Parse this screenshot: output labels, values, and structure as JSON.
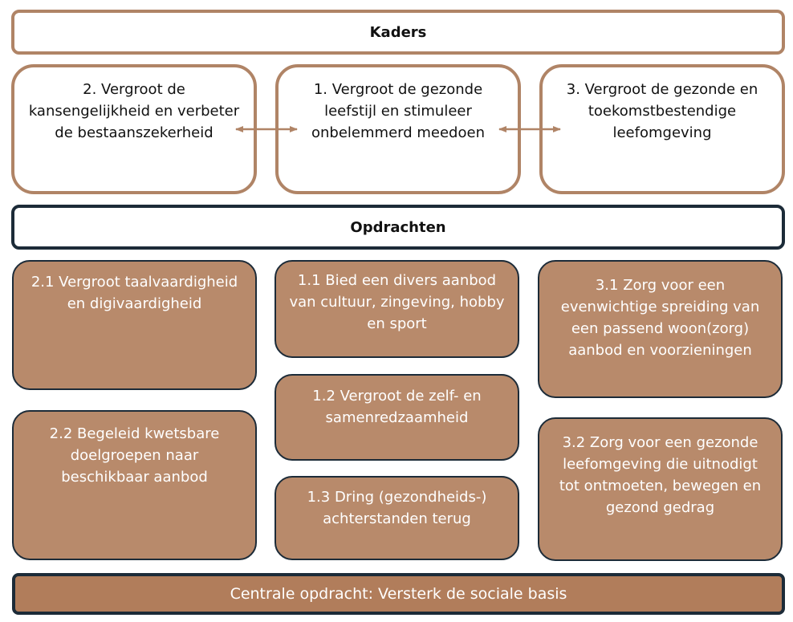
{
  "kaders_header": "Kaders",
  "kaders": {
    "left": "2. Vergroot de kansengelijkheid en verbeter de bestaanszekerheid",
    "middle": "1. Vergroot de gezonde leefstijl en stimuleer onbelemmerd meedoen",
    "right": "3. Vergroot de gezonde en toekomstbestendige leefomgeving"
  },
  "opdrachten_header": "Opdrachten",
  "opdrachten": {
    "o21": "2.1 Vergroot taalvaardigheid en digivaardigheid",
    "o22": "2.2 Begeleid kwetsbare doelgroepen naar beschikbaar aanbod",
    "o11": "1.1 Bied een divers aanbod van cultuur, zingeving, hobby en sport",
    "o12": "1.2 Vergroot de zelf- en samenredzaamheid",
    "o13": "1.3 Dring (gezondheids-) achterstanden terug",
    "o31": "3.1 Zorg voor een evenwichtige spreiding van een passend woon(zorg) aanbod en voorzieningen",
    "o32": "3.2 Zorg voor een gezonde leefomgeving die uitnodigt tot ontmoeten, bewegen en gezond gedrag"
  },
  "central": "Centrale opdracht: Versterk de sociale basis",
  "colors": {
    "frame_brown": "#b08466",
    "frame_navy": "#1c2b38",
    "box_fill": "#b88a6b",
    "central_fill": "#b17d5b"
  }
}
